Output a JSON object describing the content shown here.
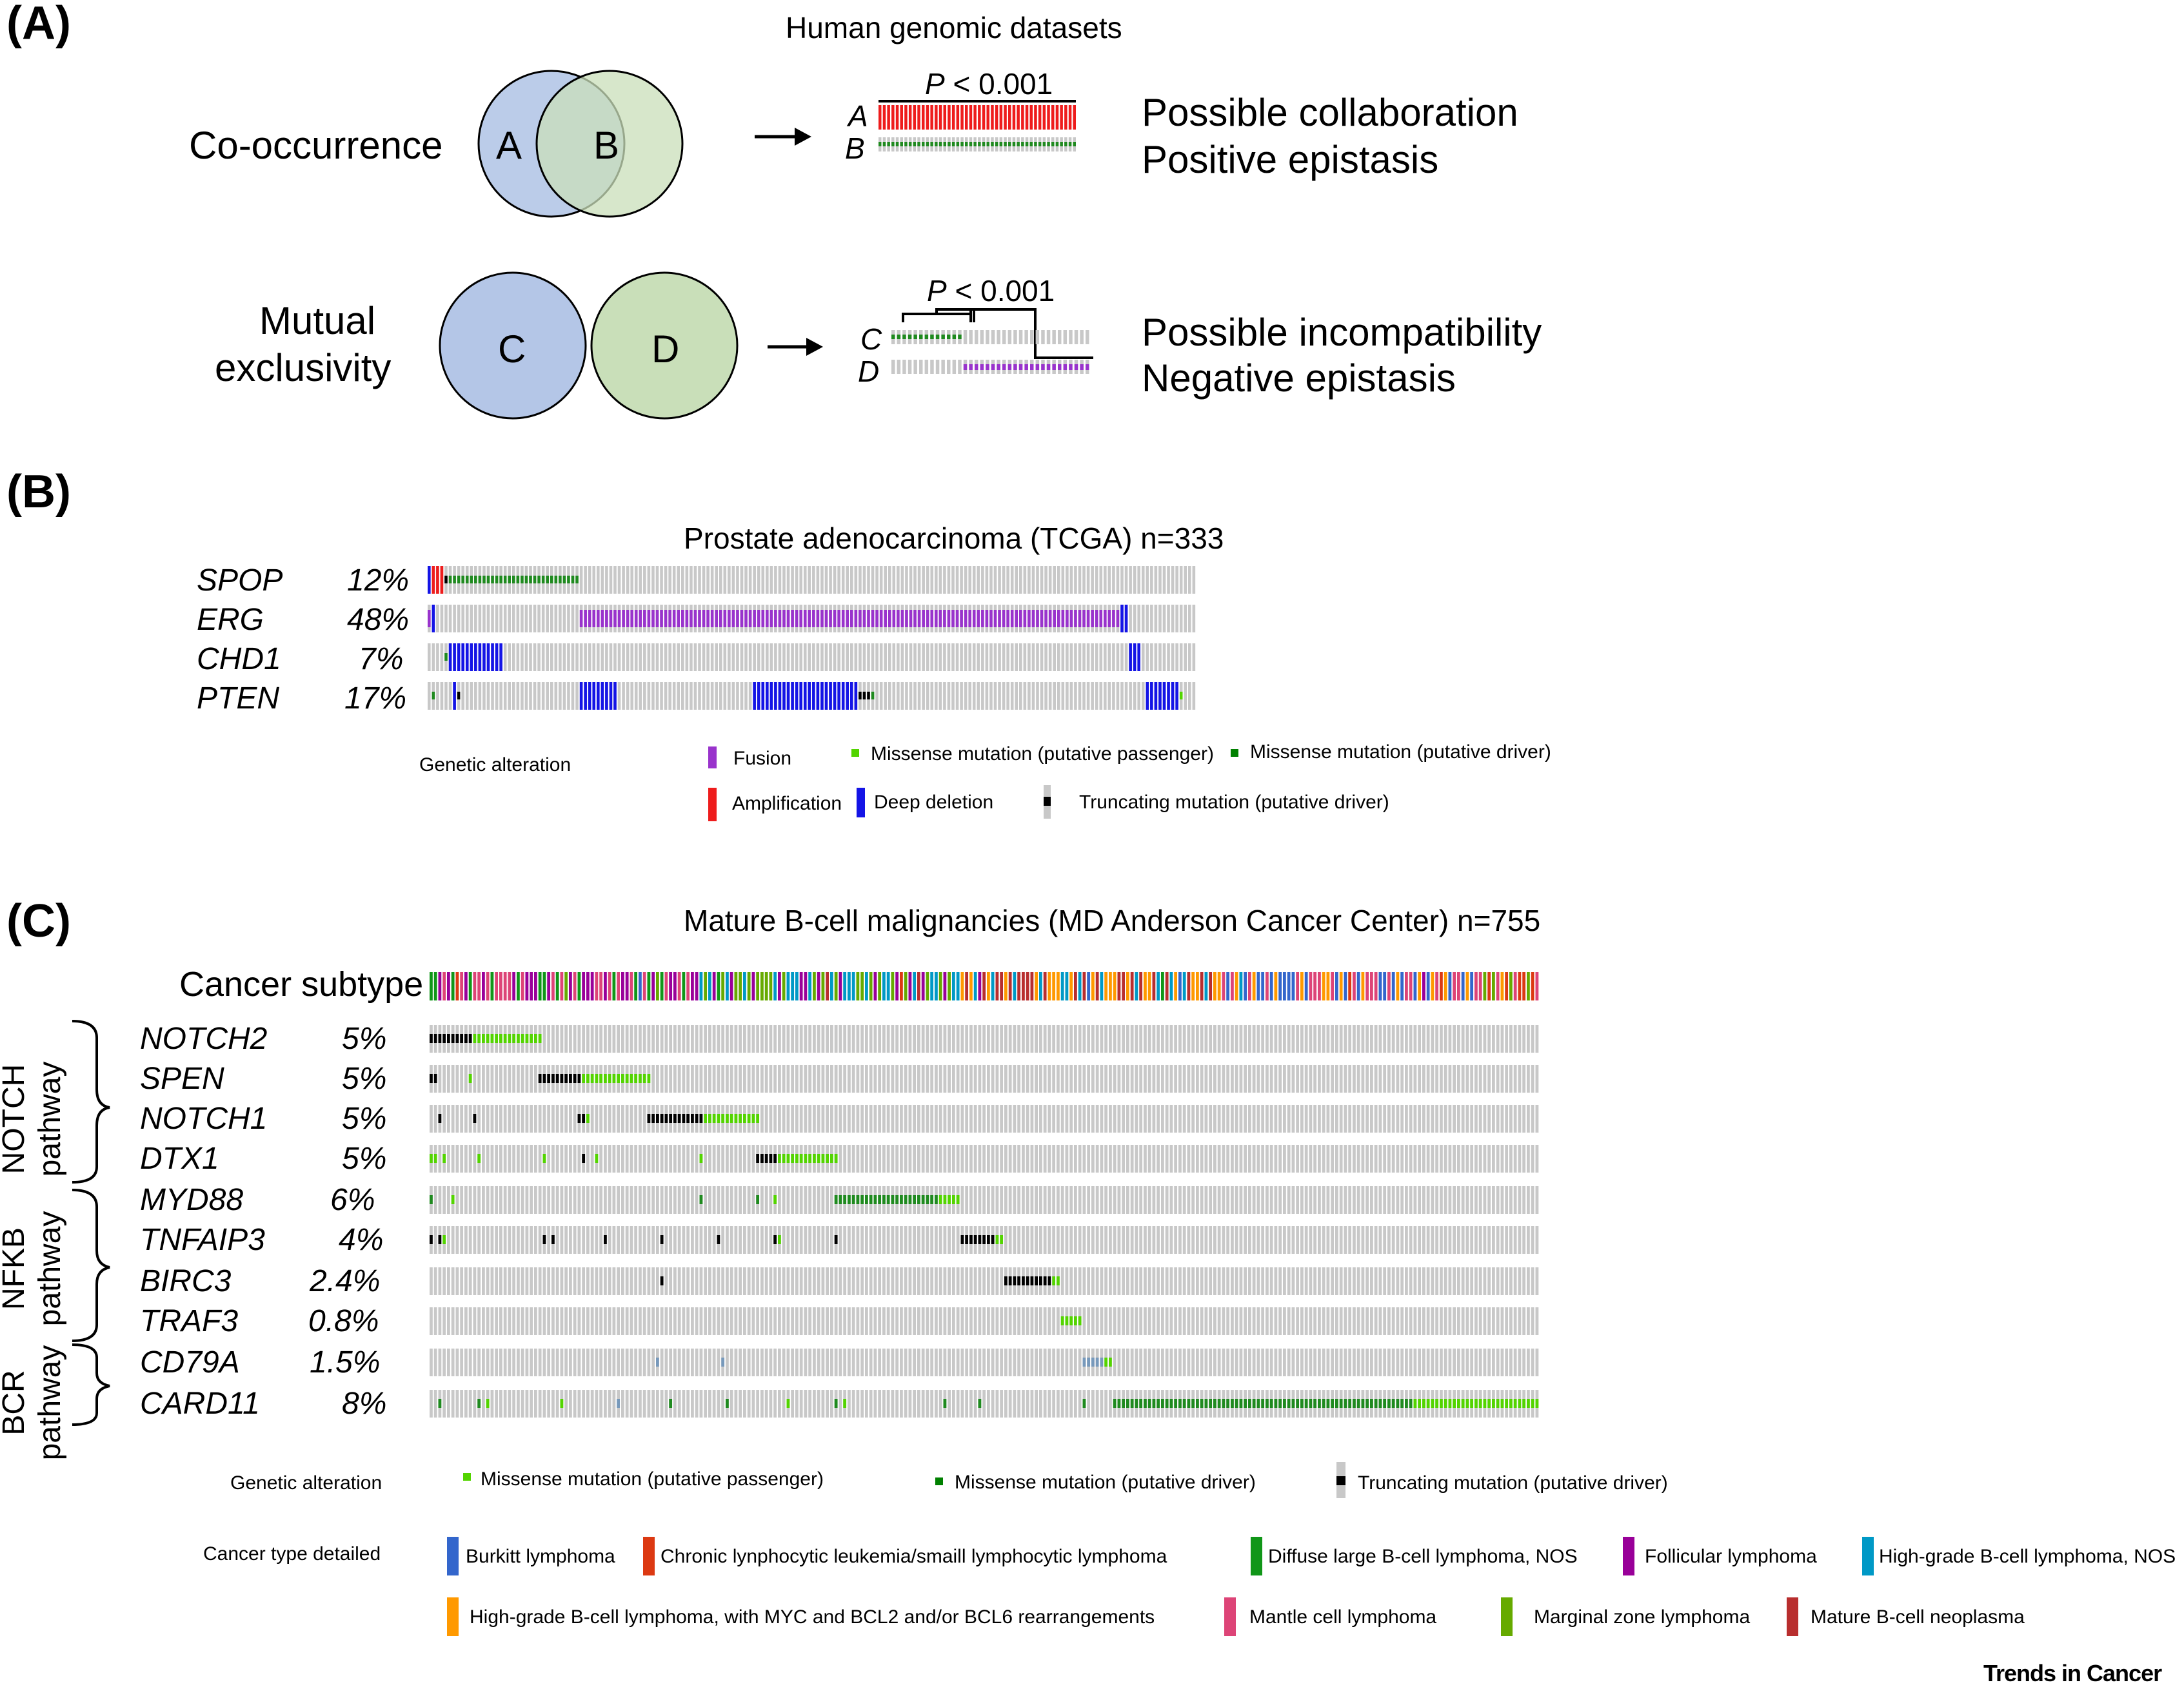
{
  "panel_a": {
    "letter": "(A)",
    "header": "Human genomic datasets",
    "cooccurrence": {
      "label": "Co-occurrence",
      "circle_1": "A",
      "circle_2": "B",
      "pvalue": "P < 0.001",
      "row_1": "A",
      "row_2": "B",
      "line_1": "Possible collaboration",
      "line_2": "Positive epistasis"
    },
    "exclusivity": {
      "label_1": "Mutual",
      "label_2": "exclusivity",
      "circle_1": "C",
      "circle_2": "D",
      "pvalue": "P < 0.001",
      "row_1": "C",
      "row_2": "D",
      "line_1": "Possible incompatibility",
      "line_2": "Negative epistasis"
    }
  },
  "panel_b": {
    "letter": "(B)",
    "title": "Prostate adenocarcinoma (TCGA) n=333",
    "genes": [
      {
        "name": "SPOP",
        "pct": "12%"
      },
      {
        "name": "ERG",
        "pct": "48%"
      },
      {
        "name": "CHD1",
        "pct": "7%"
      },
      {
        "name": "PTEN",
        "pct": "17%"
      }
    ],
    "legend_title": "Genetic alteration",
    "legend": [
      {
        "label": "Fusion",
        "color": "#9933cc"
      },
      {
        "label": "Missense mutation (putative passenger)",
        "color": "#53d400"
      },
      {
        "label": "Missense mutation (putative driver)",
        "color": "#008000"
      },
      {
        "label": "Amplification",
        "color": "#ff0000"
      },
      {
        "label": "Deep deletion",
        "color": "#0000ff"
      },
      {
        "label": "Truncating mutation (putative driver)",
        "color": "#000000"
      }
    ]
  },
  "panel_c": {
    "letter": "(C)",
    "title": "Mature B-cell malignancies (MD Anderson Cancer Center) n=755",
    "subtype_label": "Cancer subtype",
    "pathways": [
      {
        "line_1": "NOTCH",
        "line_2": "pathway"
      },
      {
        "line_1": "NFKB",
        "line_2": "pathway"
      },
      {
        "line_1": "BCR",
        "line_2": "pathway"
      }
    ],
    "genes": [
      {
        "name": "NOTCH2",
        "pct": "5%"
      },
      {
        "name": "SPEN",
        "pct": "5%"
      },
      {
        "name": "NOTCH1",
        "pct": "5%"
      },
      {
        "name": "DTX1",
        "pct": "5%"
      },
      {
        "name": "MYD88",
        "pct": "6%"
      },
      {
        "name": "TNFAIP3",
        "pct": "4%"
      },
      {
        "name": "BIRC3",
        "pct": "2.4%"
      },
      {
        "name": "TRAF3",
        "pct": "0.8%"
      },
      {
        "name": "CD79A",
        "pct": "1.5%"
      },
      {
        "name": "CARD11",
        "pct": "8%"
      }
    ],
    "alteration_title": "Genetic alteration",
    "alterations": [
      {
        "label": "Missense mutation (putative passenger)",
        "color": "#53d400"
      },
      {
        "label": "Missense mutation (putative driver)",
        "color": "#008000"
      },
      {
        "label": "Truncating mutation (putative driver)",
        "color": "#000000"
      }
    ],
    "cancer_type_title": "Cancer type detailed",
    "cancer_types": [
      {
        "label": "Burkitt lymphoma",
        "color": "#3366cc"
      },
      {
        "label": "Chronic lynphocytic leukemia/smaill lymphocytic lymphoma",
        "color": "#dc3912"
      },
      {
        "label": "Diffuse large B-cell lymphoma, NOS",
        "color": "#109618"
      },
      {
        "label": "Follicular lymphoma",
        "color": "#990099"
      },
      {
        "label": "High-grade B-cell lymphoma, NOS",
        "color": "#0099c6"
      },
      {
        "label": "High-grade B-cell lymphoma, with MYC and BCL2 and/or BCL6 rearrangements",
        "color": "#ff9900"
      },
      {
        "label": "Mantle cell lymphoma",
        "color": "#dd4477"
      },
      {
        "label": "Marginal zone lymphoma",
        "color": "#66aa00"
      },
      {
        "label": "Mature B-cell neoplasma",
        "color": "#b82e2e"
      }
    ]
  },
  "footer": {
    "brand": "Trends in Cancer"
  },
  "colors": {
    "track_grey": "#c8c8c8",
    "circle_blue": "#b4c6e7",
    "circle_green": "#c9dfb9"
  }
}
